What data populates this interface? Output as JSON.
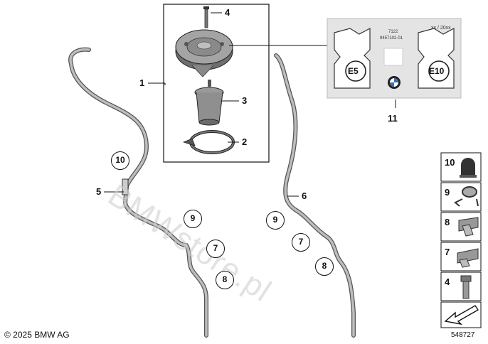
{
  "callouts": {
    "c1": "1",
    "c2": "2",
    "c3": "3",
    "c4": "4",
    "c5": "5",
    "c6": "6",
    "c11": "11"
  },
  "circled": {
    "a10": "10",
    "a9": "9",
    "a7": "7",
    "a8": "8",
    "b9": "9",
    "b7": "7",
    "b8": "8"
  },
  "fuel_label": {
    "code": "7122",
    "part_no": "9457102-01",
    "date": "xx / 20xx",
    "left_badge": "E5",
    "right_badge": "E10"
  },
  "legend": {
    "i10": "10",
    "i9": "9",
    "i8": "8",
    "i7": "7",
    "i4": "4"
  },
  "footer": {
    "copyright": "© 2025 BMW AG",
    "diagram_number": "548727"
  },
  "watermark": "BMWstore.pl",
  "colors": {
    "line": "#111111",
    "hose": "#9a9a9a",
    "panel": "#e6e6e6",
    "part_gray": "#8c8c8c"
  }
}
